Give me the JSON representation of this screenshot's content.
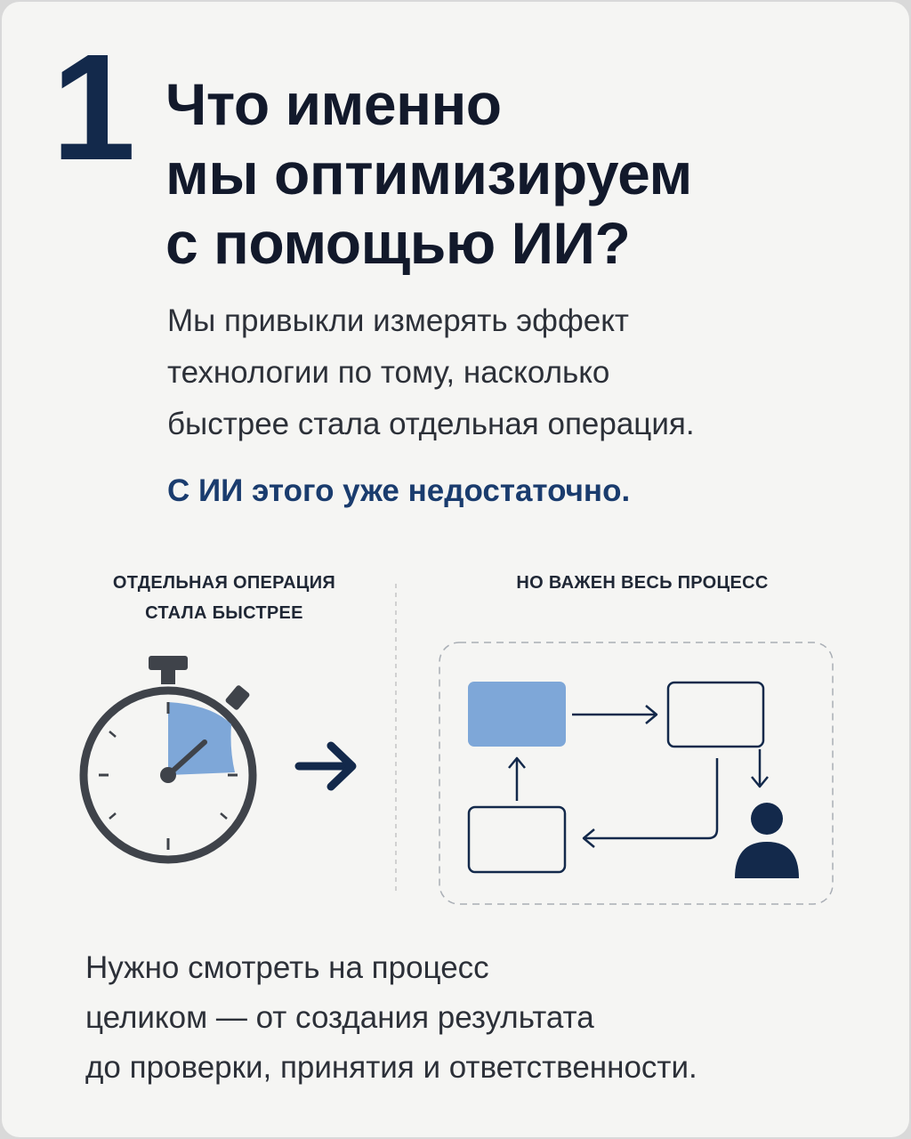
{
  "slide": {
    "number": "1",
    "title_lines": [
      "Что именно",
      "мы оптимизируем",
      "с помощью ИИ?"
    ],
    "intro_lines": [
      "Мы привыкли измерять эффект",
      "технологии по тому, насколько",
      "быстрее стала отдельная операция."
    ],
    "highlight": "С ИИ этого уже недостаточно.",
    "left_label_lines": [
      "ОТДЕЛЬНАЯ ОПЕРАЦИЯ",
      "СТАЛА БЫСТРЕЕ"
    ],
    "right_label": "НО ВАЖЕН ВЕСЬ ПРОЦЕСС",
    "outro_lines": [
      "Нужно смотреть на процесс",
      "целиком — от создания результата",
      "до проверки, принятия и ответственности."
    ]
  },
  "icons": {
    "left": "stopwatch-icon",
    "arrow": "arrow-right-icon",
    "right": "process-flow-diagram",
    "person": "person-icon"
  },
  "colors": {
    "navy": "#13294b",
    "accent_blue": "#1a3c6e",
    "light_blue": "#7ea7d8",
    "background": "#f5f5f3"
  }
}
